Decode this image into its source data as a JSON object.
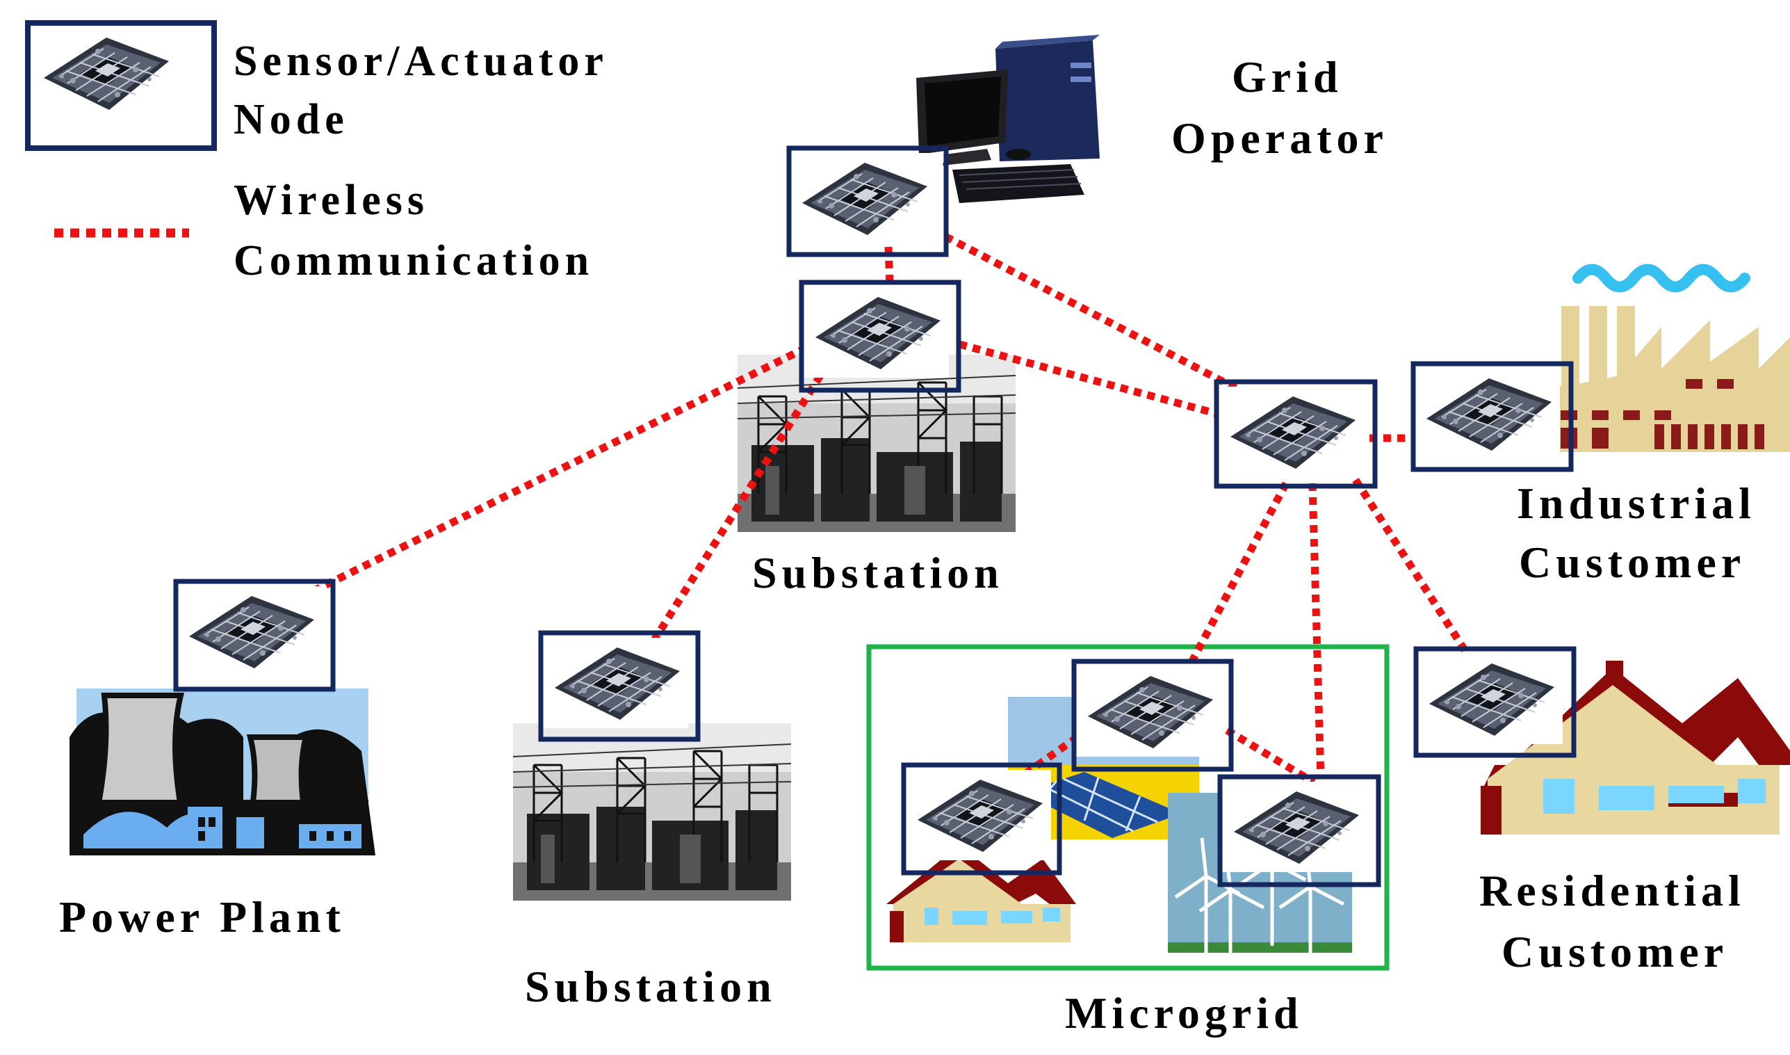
{
  "legend": {
    "node_label_line1": "Sensor/Actuator",
    "node_label_line2": "Node",
    "wireless_label_line1": "Wireless",
    "wireless_label_line2": "Communication"
  },
  "labels": {
    "grid_operator_line1": "Grid",
    "grid_operator_line2": "Operator",
    "substation_top": "Substation",
    "substation_bottom": "Substation",
    "industrial_line1": "Industrial",
    "industrial_line2": "Customer",
    "residential_line1": "Residential",
    "residential_line2": "Customer",
    "power_plant": "Power Plant",
    "microgrid": "Microgrid"
  },
  "colors": {
    "node_border": "#14285f",
    "wireless_link": "#ee1111",
    "microgrid_border": "#1fb34a",
    "factory_body": "#e6d39a",
    "factory_windows": "#8b1a1a",
    "house_roof": "#8b0a0a",
    "house_wall": "#e8d8a0",
    "house_window": "#7ad6ff",
    "smoke": "#35c0f0"
  },
  "icons": {
    "sensor_node": "circuit-board-icon",
    "grid_operator": "desktop-computer-icon",
    "industrial_customer": "factory-icon",
    "residential_customer": "house-icon",
    "power_plant": "cooling-tower-icon",
    "substation": "substation-photo-icon",
    "solar": "solar-panel-icon",
    "wind": "wind-turbine-icon"
  }
}
